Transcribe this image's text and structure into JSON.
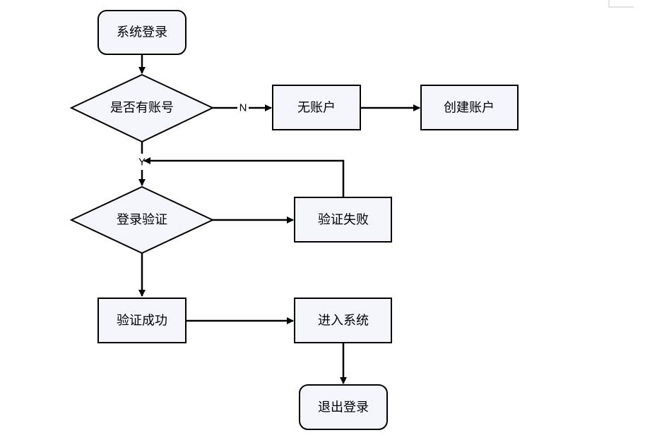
{
  "nodes": {
    "login": "系统登录",
    "has_account": "是否有账号",
    "no_account": "无账户",
    "create_account": "创建账户",
    "verify": "登录验证",
    "verify_fail": "验证失败",
    "verify_success": "验证成功",
    "enter_system": "进入系统",
    "logout": "退出登录"
  },
  "edges": {
    "no": "N",
    "yes": "Y"
  }
}
